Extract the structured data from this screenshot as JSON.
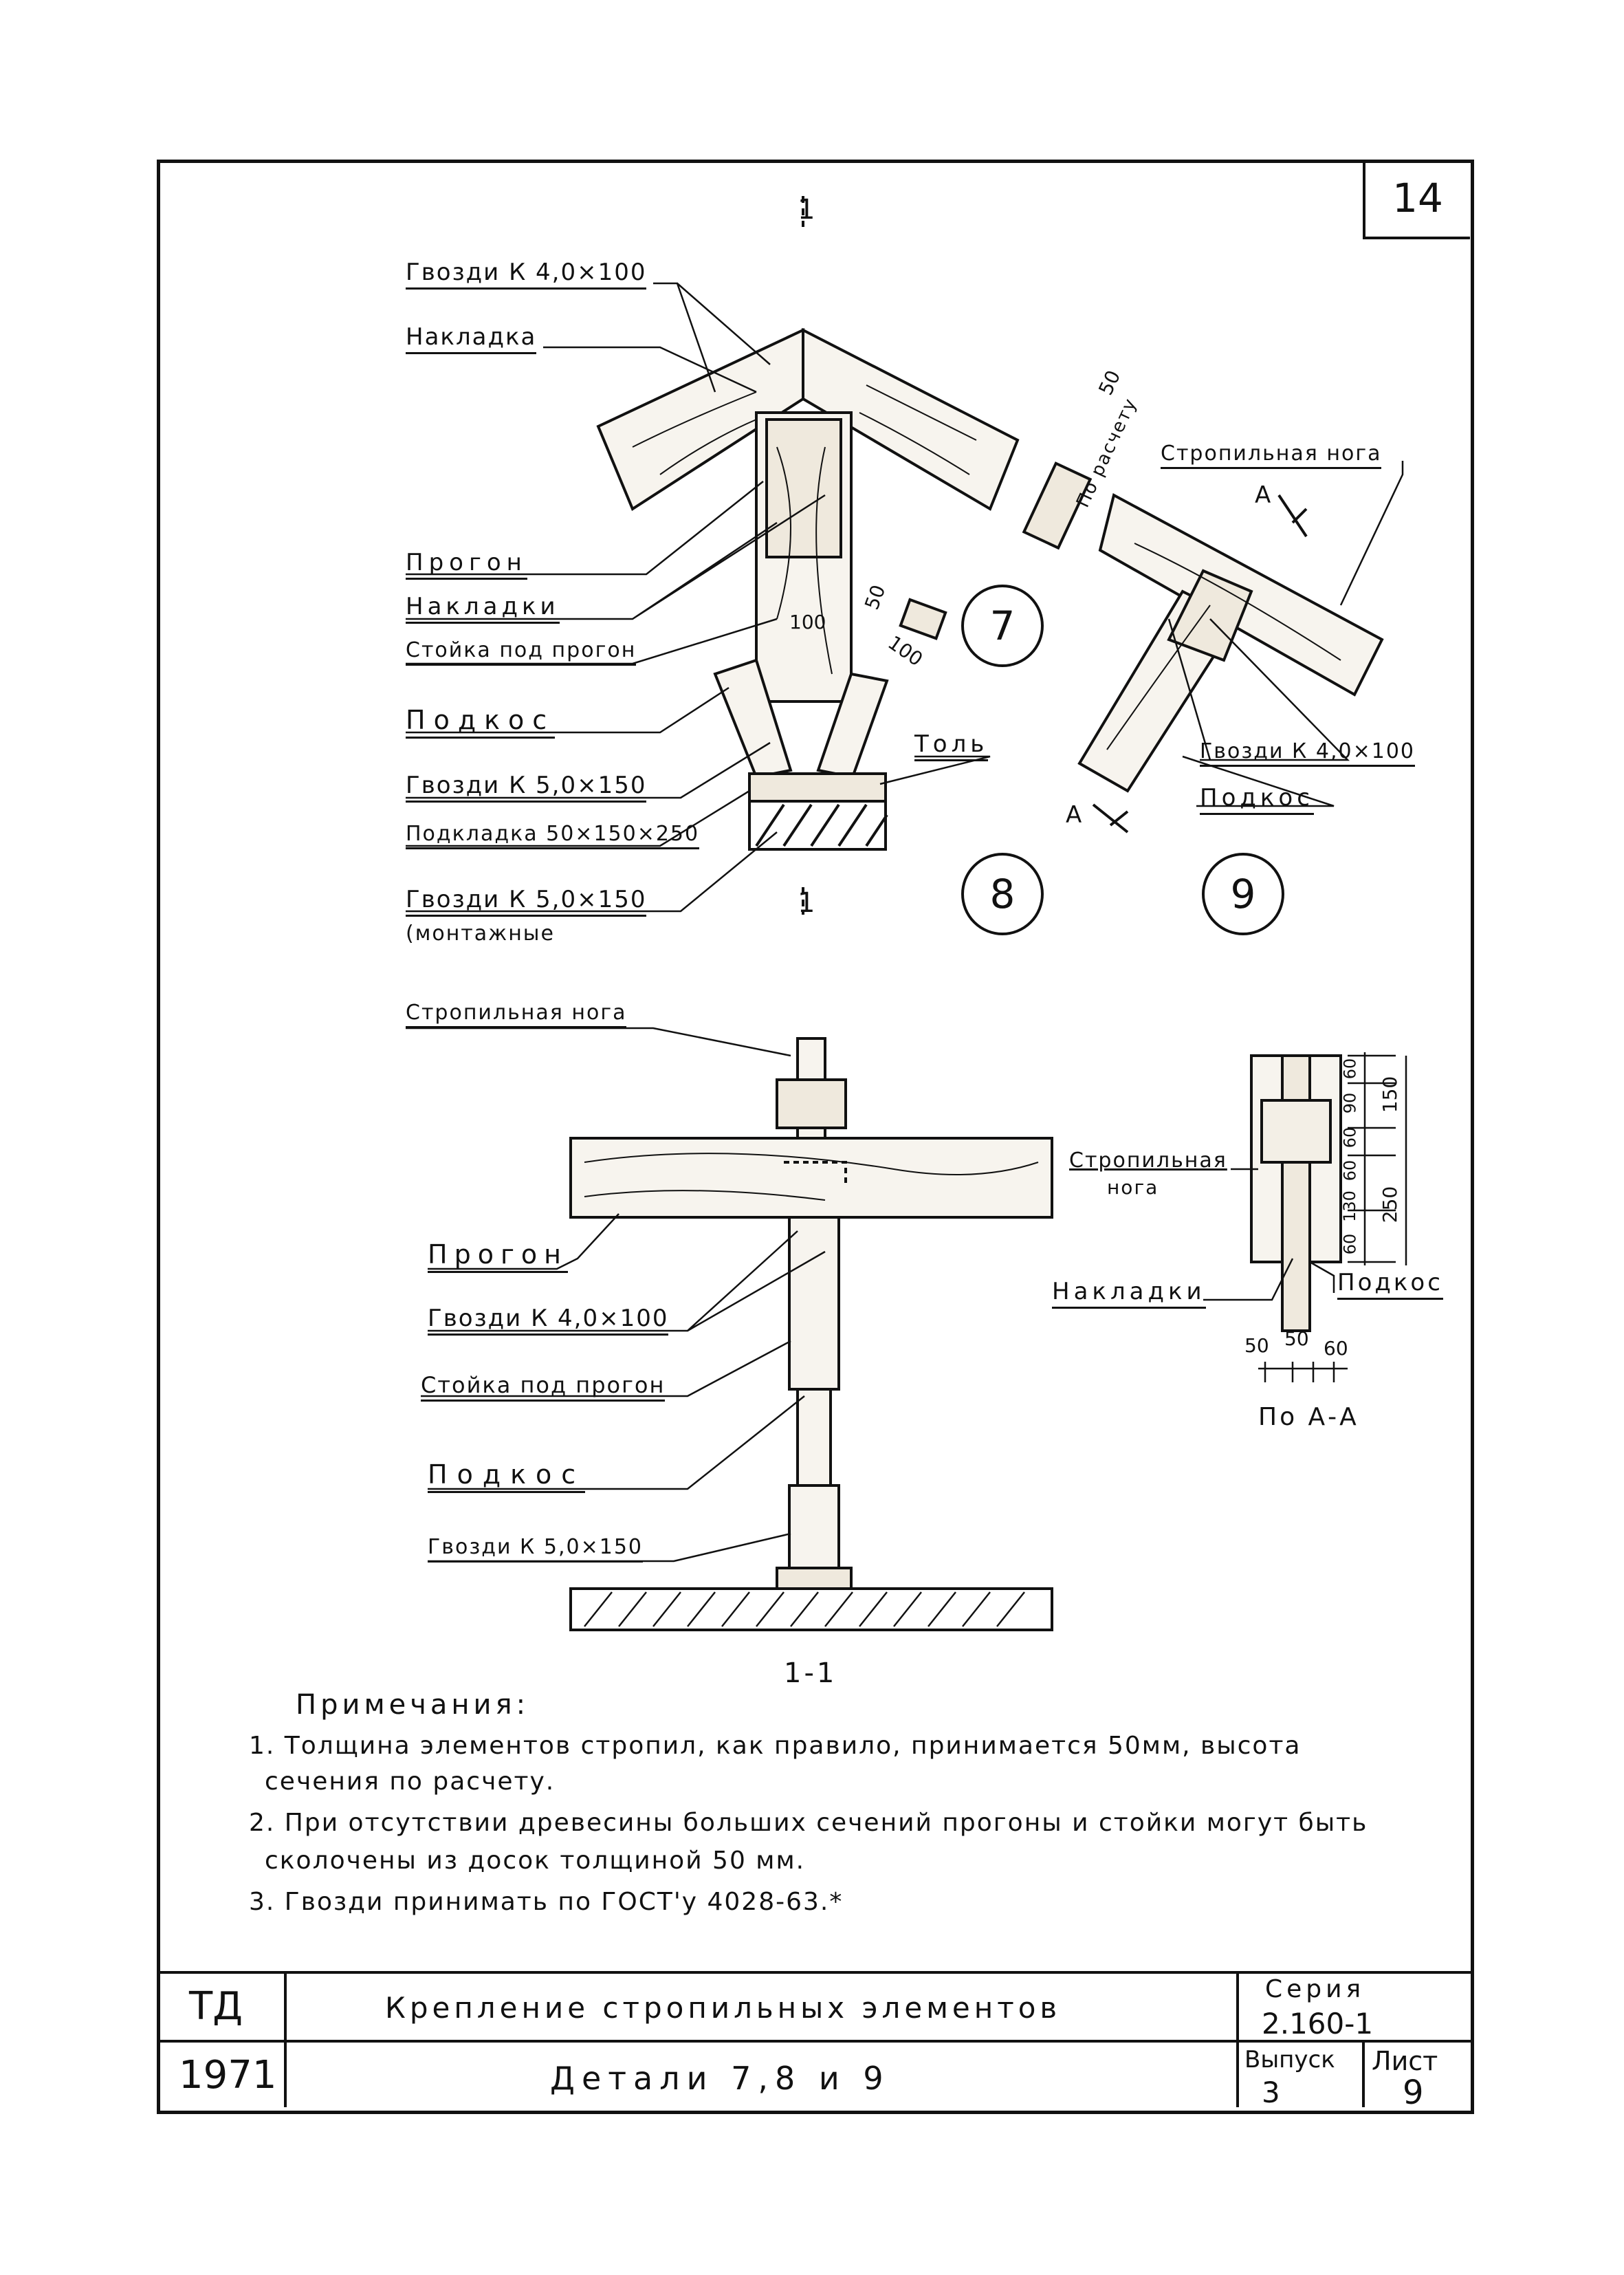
{
  "sheet_number": "14",
  "section_marks": {
    "top_left": "1",
    "top_right": "1",
    "bottom": "1-1",
    "aa": "По А-А"
  },
  "detail_numbers": [
    "7",
    "8",
    "9"
  ],
  "detail7_labels": {
    "nails_top": "Гвозди К 4,0×100",
    "overlay": "Накладка",
    "purlin": "Прогон",
    "overlays": "Накладки",
    "post": "Стойка под прогон",
    "strut": "Подкос",
    "nails_mid": "Гвозди К 5,0×150",
    "pad": "Подкладка 50×150×250",
    "roofing": "Толь",
    "nails_mount": "Гвозди К 5,0×150",
    "mount_note": "(монтажные"
  },
  "detail7_dims": {
    "d100a": "100",
    "d100b": "100",
    "d50": "50"
  },
  "detail9_labels": {
    "rafter": "Стропильная нога",
    "a_mark": "A",
    "by_calc": "По расчету",
    "nails": "Гвозди К 4,0×100",
    "strut": "Подкос",
    "dim50": "50"
  },
  "section_labels": {
    "rafter": "Стропильная нога",
    "purlin": "Прогон",
    "nails1": "Гвозди К 4,0×100",
    "post": "Стойка под прогон",
    "strut": "Подкос",
    "nails2": "Гвозди К 5,0×150"
  },
  "aa_labels": {
    "rafter_line1": "Стропильная",
    "rafter_line2": "нога",
    "overlays": "Накладки",
    "strut": "Подкос",
    "dims_right": [
      "60",
      "90",
      "60",
      "60",
      "130",
      "60"
    ],
    "dims_total": [
      "150",
      "250"
    ],
    "dims_bottom": [
      "50",
      "50",
      "60"
    ]
  },
  "notes": {
    "title": "Примечания:",
    "items": [
      "1. Толщина элементов стропил, как правило, принимается 50мм, высота",
      "сечения по расчету.",
      "2. При отсутствии древесины больших сечений прогоны и стойки могут быть",
      "сколочены из досок толщиной 50 мм.",
      "3. Гвозди принимать по ГОСТ'у 4028-63.*"
    ]
  },
  "title_block": {
    "org": "ТД",
    "year": "1971",
    "title1": "Крепление стропильных элементов",
    "title2": "Детали 7,8 и 9",
    "series_label": "Серия",
    "series_value": "2.160-1",
    "issue_label": "Выпуск",
    "issue_value": "3",
    "sheet_label": "Лист",
    "sheet_value": "9"
  }
}
